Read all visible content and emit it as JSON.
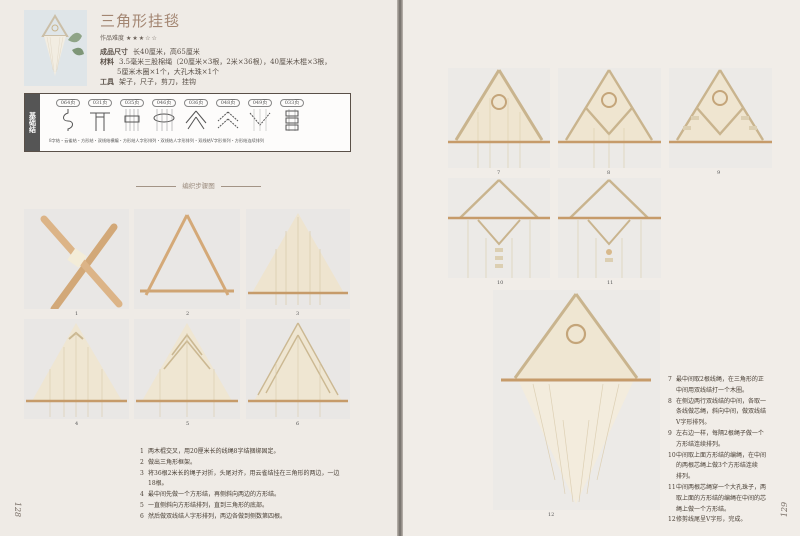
{
  "project": {
    "title": "三角形挂毯",
    "level_label": "作品难度",
    "stars": "★★★☆☆",
    "specs": [
      {
        "label": "成品尺寸",
        "value": "长40厘米，高65厘米"
      },
      {
        "label": "材料",
        "value": "3.5毫米三股棉绳（20厘米×3根，2米×36根），40厘米木棍×3根，"
      },
      {
        "label": "",
        "value": "5厘米木圈×1个，大孔木珠×1个"
      },
      {
        "label": "工具",
        "value": "架子，尺子，剪刀，挂钩"
      }
    ]
  },
  "knots": {
    "tag": "基础结",
    "codes": [
      "064页",
      "031页",
      "035页",
      "046页",
      "036页",
      "048页",
      "049页",
      "033页"
    ],
    "names": "8字结・云雀结・方形结・双线结横编・方形结人字形排列・双线结人字形排列・双线结V字形排列・方形结连续排列"
  },
  "section_title": "编织步骤图",
  "left_photos": [
    "1",
    "2",
    "3",
    "4",
    "5",
    "6"
  ],
  "left_steps": [
    {
      "n": "1",
      "t": "两木棍交叉，用20厘米长的线绳8字结捆绑固定。"
    },
    {
      "n": "2",
      "t": "做出三角形框架。"
    },
    {
      "n": "3",
      "t": "将36根2米长的绳子对折，头尾对齐，用云雀结挂在三角形的两边，一边"
    },
    {
      "n": "",
      "t": "18根。"
    },
    {
      "n": "4",
      "t": "最中间先做一个方形结，再侧斜向两边的方形结。"
    },
    {
      "n": "5",
      "t": "一直侧斜向方形结排列，直到三角形的底部。"
    },
    {
      "n": "6",
      "t": "然后做双线结人字形排列，两边各做到侧数第四根。"
    }
  ],
  "right_photos": [
    "7",
    "8",
    "9",
    "10",
    "11",
    "12"
  ],
  "right_steps": [
    {
      "n": "7",
      "t": "最中间取2根线绳，在三角形的正"
    },
    {
      "n": "",
      "t": "中间用双线结打一个木圈。"
    },
    {
      "n": "8",
      "t": "在侧边两行双线结的中间，各取一"
    },
    {
      "n": "",
      "t": "条线做芯绳，斜向中间，做双线结"
    },
    {
      "n": "",
      "t": "V字形排列。"
    },
    {
      "n": "9",
      "t": "左右边一样，每隔2根绳子做一个"
    },
    {
      "n": "",
      "t": "方形结连续排列。"
    },
    {
      "n": "10",
      "t": "中间取上面方形结的编绳，在中间"
    },
    {
      "n": "",
      "t": "的两根芯绳上做3个方形结连续"
    },
    {
      "n": "",
      "t": "排列。"
    },
    {
      "n": "11",
      "t": "中间两根芯绳穿一个大孔珠子，两"
    },
    {
      "n": "",
      "t": "取上面的方形结的编绳在中间的芯"
    },
    {
      "n": "",
      "t": "绳上做一个方形结。"
    },
    {
      "n": "12",
      "t": "修剪线尾呈V字形，完成。"
    }
  ],
  "page_numbers": {
    "left": "128",
    "right": "129"
  }
}
